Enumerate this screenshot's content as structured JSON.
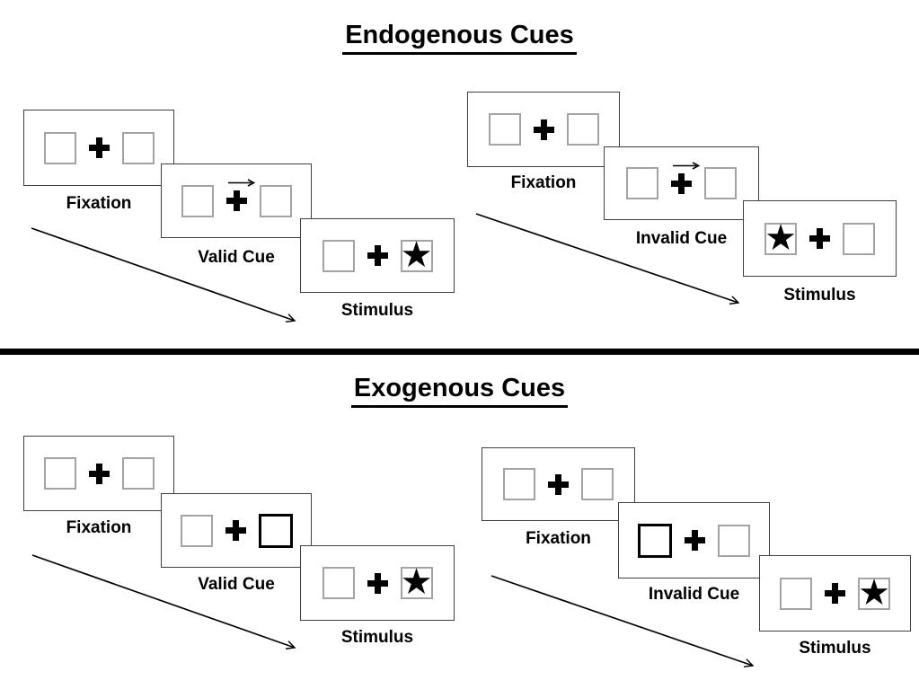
{
  "colors": {
    "background": "#ffffff",
    "ink": "#000000",
    "frame_border": "#3f3f3f",
    "box_border": "#a3a3a3"
  },
  "glyphs": {
    "star": "★"
  },
  "sections": [
    {
      "title": "Endogenous Cues",
      "panels": [
        {
          "id": "endogenous-valid",
          "frames": [
            {
              "label": "Fixation",
              "left_box": "empty",
              "right_box": "empty",
              "cue_arrow": false
            },
            {
              "label": "Valid Cue",
              "left_box": "empty",
              "right_box": "empty",
              "cue_arrow": true
            },
            {
              "label": "Stimulus",
              "left_box": "empty",
              "right_box": "star",
              "cue_arrow": false
            }
          ]
        },
        {
          "id": "endogenous-invalid",
          "frames": [
            {
              "label": "Fixation",
              "left_box": "empty",
              "right_box": "empty",
              "cue_arrow": false
            },
            {
              "label": "Invalid Cue",
              "left_box": "empty",
              "right_box": "empty",
              "cue_arrow": true
            },
            {
              "label": "Stimulus",
              "left_box": "star",
              "right_box": "empty",
              "cue_arrow": false
            }
          ]
        }
      ]
    },
    {
      "title": "Exogenous Cues",
      "panels": [
        {
          "id": "exogenous-valid",
          "frames": [
            {
              "label": "Fixation",
              "left_box": "empty",
              "right_box": "empty",
              "cue_arrow": false
            },
            {
              "label": "Valid Cue",
              "left_box": "empty",
              "right_box": "highlight",
              "cue_arrow": false
            },
            {
              "label": "Stimulus",
              "left_box": "empty",
              "right_box": "star",
              "cue_arrow": false
            }
          ]
        },
        {
          "id": "exogenous-invalid",
          "frames": [
            {
              "label": "Fixation",
              "left_box": "empty",
              "right_box": "empty",
              "cue_arrow": false
            },
            {
              "label": "Invalid Cue",
              "left_box": "highlight",
              "right_box": "empty",
              "cue_arrow": false
            },
            {
              "label": "Stimulus",
              "left_box": "empty",
              "right_box": "star",
              "cue_arrow": false
            }
          ]
        }
      ]
    }
  ]
}
